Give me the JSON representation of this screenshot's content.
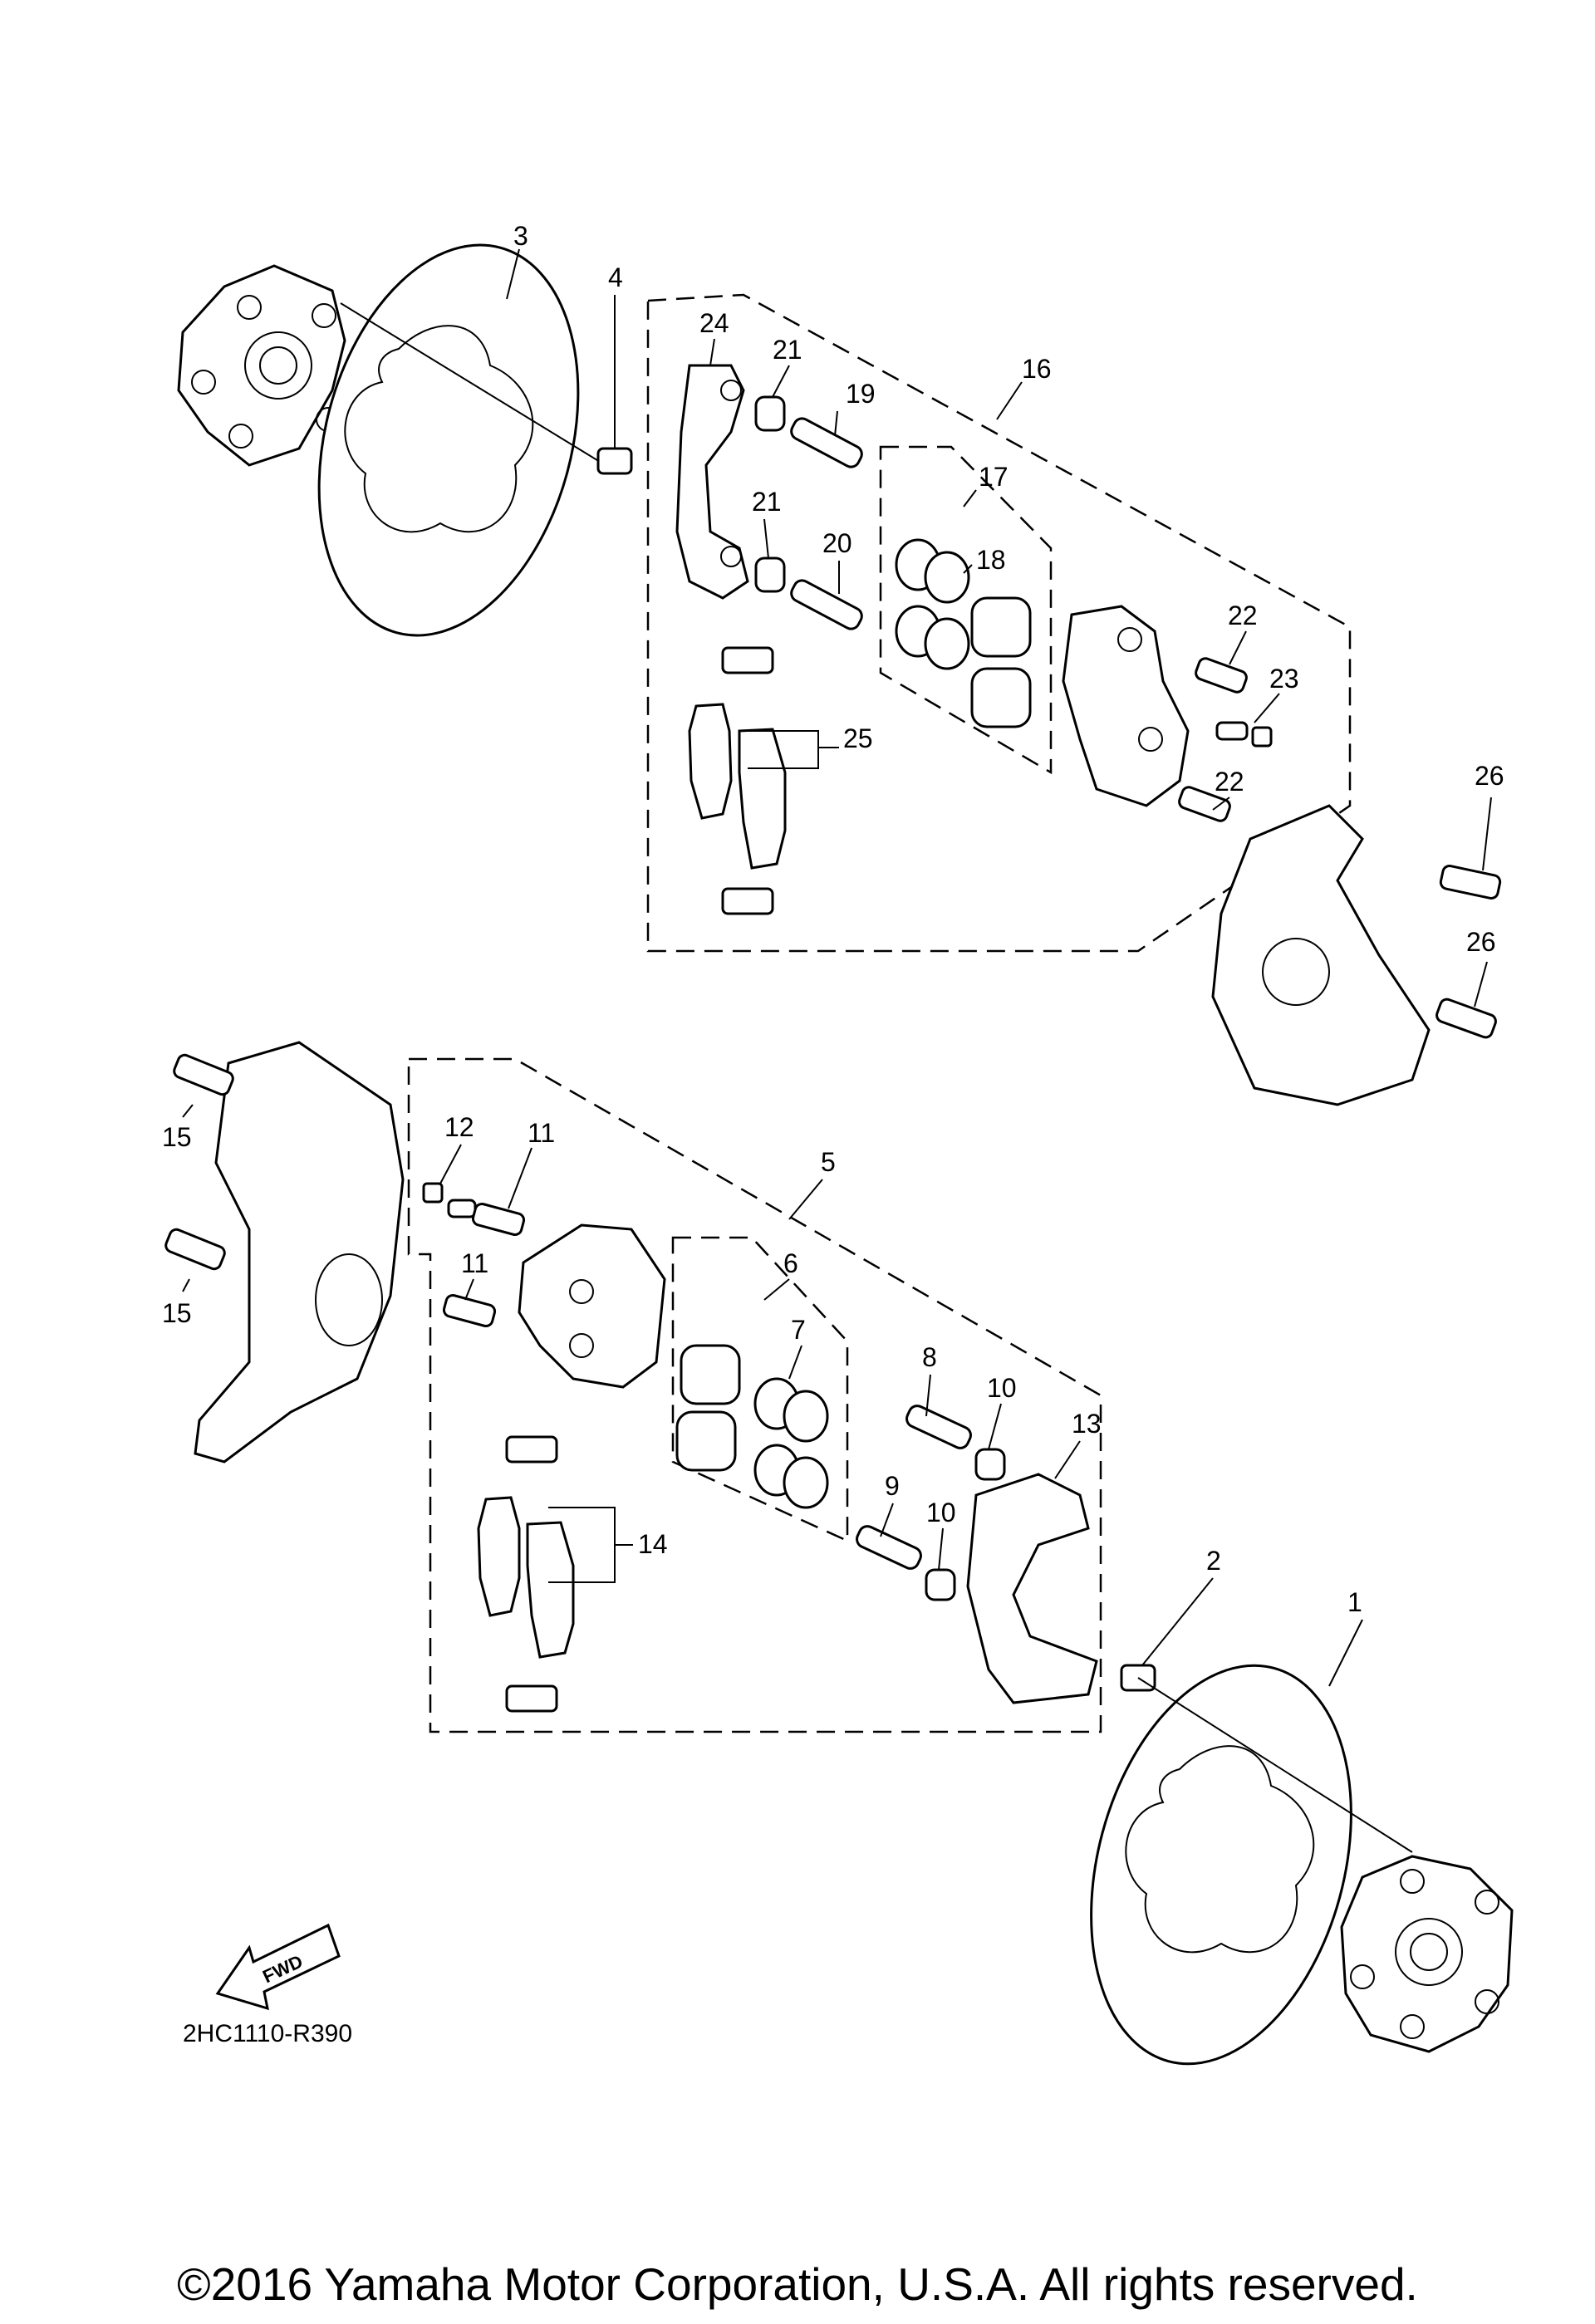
{
  "diagram": {
    "callouts": [
      {
        "id": "c3",
        "label": "3"
      },
      {
        "id": "c4",
        "label": "4"
      },
      {
        "id": "c24",
        "label": "24"
      },
      {
        "id": "c21a",
        "label": "21"
      },
      {
        "id": "c19",
        "label": "19"
      },
      {
        "id": "c16",
        "label": "16"
      },
      {
        "id": "c17",
        "label": "17"
      },
      {
        "id": "c21b",
        "label": "21"
      },
      {
        "id": "c20",
        "label": "20"
      },
      {
        "id": "c18",
        "label": "18"
      },
      {
        "id": "c22a",
        "label": "22"
      },
      {
        "id": "c23",
        "label": "23"
      },
      {
        "id": "c25",
        "label": "25"
      },
      {
        "id": "c22b",
        "label": "22"
      },
      {
        "id": "c26a",
        "label": "26"
      },
      {
        "id": "c26b",
        "label": "26"
      },
      {
        "id": "c15a",
        "label": "15"
      },
      {
        "id": "c12",
        "label": "12"
      },
      {
        "id": "c11a",
        "label": "11"
      },
      {
        "id": "c5",
        "label": "5"
      },
      {
        "id": "c15b",
        "label": "15"
      },
      {
        "id": "c11b",
        "label": "11"
      },
      {
        "id": "c6",
        "label": "6"
      },
      {
        "id": "c7",
        "label": "7"
      },
      {
        "id": "c8",
        "label": "8"
      },
      {
        "id": "c10a",
        "label": "10"
      },
      {
        "id": "c13",
        "label": "13"
      },
      {
        "id": "c9",
        "label": "9"
      },
      {
        "id": "c10b",
        "label": "10"
      },
      {
        "id": "c14",
        "label": "14"
      },
      {
        "id": "c2",
        "label": "2"
      },
      {
        "id": "c1",
        "label": "1"
      }
    ],
    "fwd_label": "FWD",
    "diagram_code": "2HC1110-R390"
  },
  "footer": {
    "copyright": "©2016 Yamaha Motor Corporation, U.S.A. All rights reserved."
  }
}
